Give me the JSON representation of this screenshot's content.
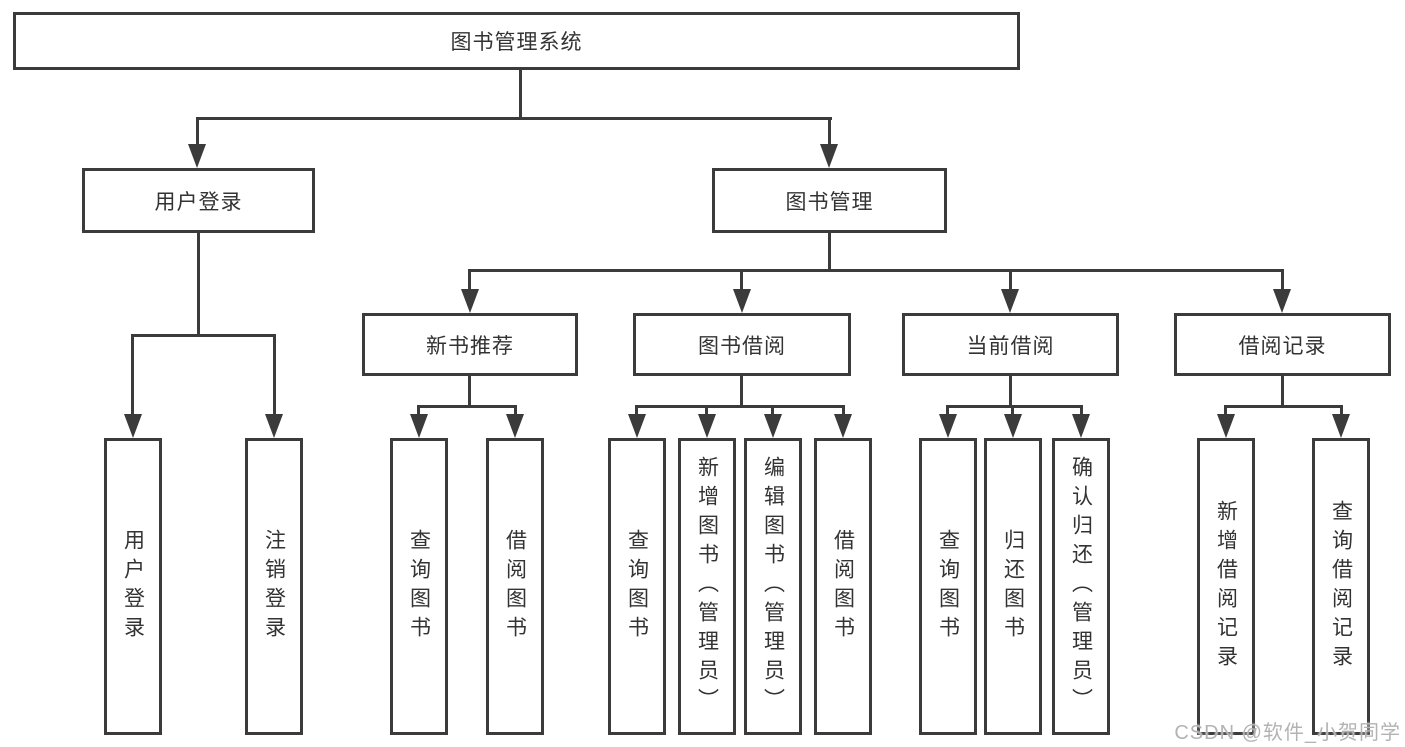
{
  "colors": {
    "line": "#3b3b3b",
    "text": "#333333",
    "bg": "#ffffff",
    "watermark": "#b3b3b3"
  },
  "tree": {
    "root": "图书管理系统",
    "branches": [
      {
        "label": "用户登录",
        "leaves": [
          "用户登录",
          "注销登录"
        ]
      },
      {
        "label": "图书管理",
        "children": [
          {
            "label": "新书推荐",
            "leaves": [
              "查询图书",
              "借阅图书"
            ]
          },
          {
            "label": "图书借阅",
            "leaves": [
              "查询图书",
              "新增图书（管理员）",
              "编辑图书（管理员）",
              "借阅图书"
            ]
          },
          {
            "label": "当前借阅",
            "leaves": [
              "查询图书",
              "归还图书",
              "确认归还（管理员）"
            ]
          },
          {
            "label": "借阅记录",
            "leaves": [
              "新增借阅记录",
              "查询借阅记录"
            ]
          }
        ]
      }
    ]
  },
  "watermark": "CSDN @软件_小贺同学"
}
